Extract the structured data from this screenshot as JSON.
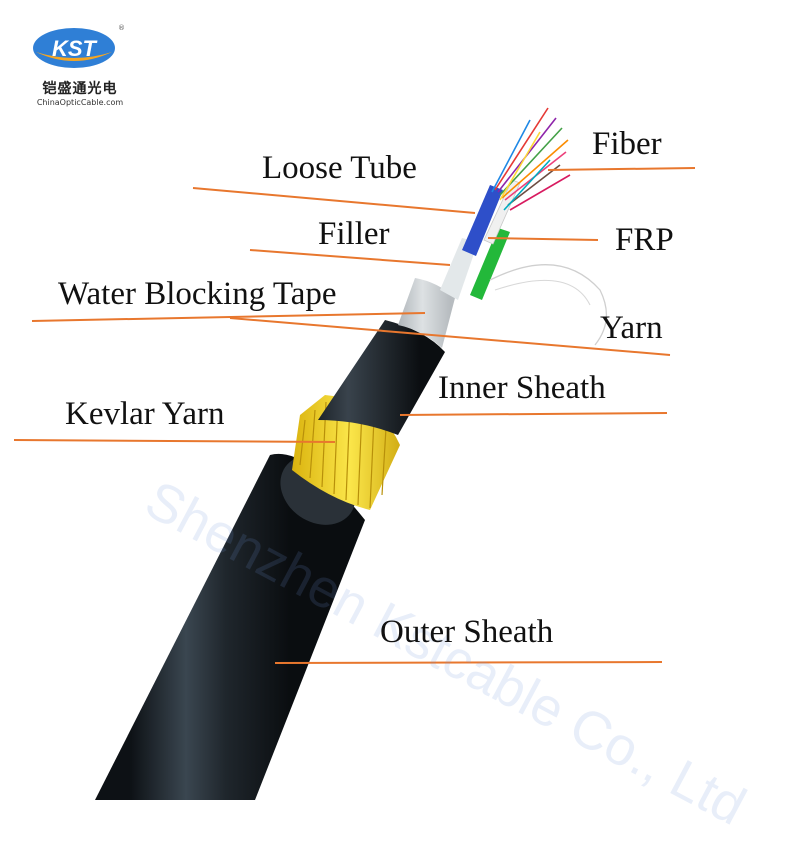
{
  "brand": {
    "badge_text": "KST",
    "registered_mark": "®",
    "chinese_name": "铠盛通光电",
    "website": "ChinaOpticCable.com"
  },
  "watermark": "Shenzhen Kstcable Co., Ltd",
  "labels": {
    "fiber": "Fiber",
    "loose_tube": "Loose Tube",
    "frp": "FRP",
    "filler": "Filler",
    "water_blocking_tape": "Water Blocking Tape",
    "yarn": "Yarn",
    "inner_sheath": "Inner Sheath",
    "kevlar_yarn": "Kevlar Yarn",
    "outer_sheath": "Outer Sheath"
  },
  "colors": {
    "leader_line": "#e8772e",
    "sheath": "#1c2126",
    "kevlar": "#f2d21c",
    "water_blocking_tape": "#c9cdd0",
    "filler": "#e3e8ea",
    "loose_tube_blue": "#2e4fc9",
    "loose_tube_green": "#23b83a",
    "logo_blue": "#2f7fd6",
    "logo_orange": "#f5a623"
  }
}
